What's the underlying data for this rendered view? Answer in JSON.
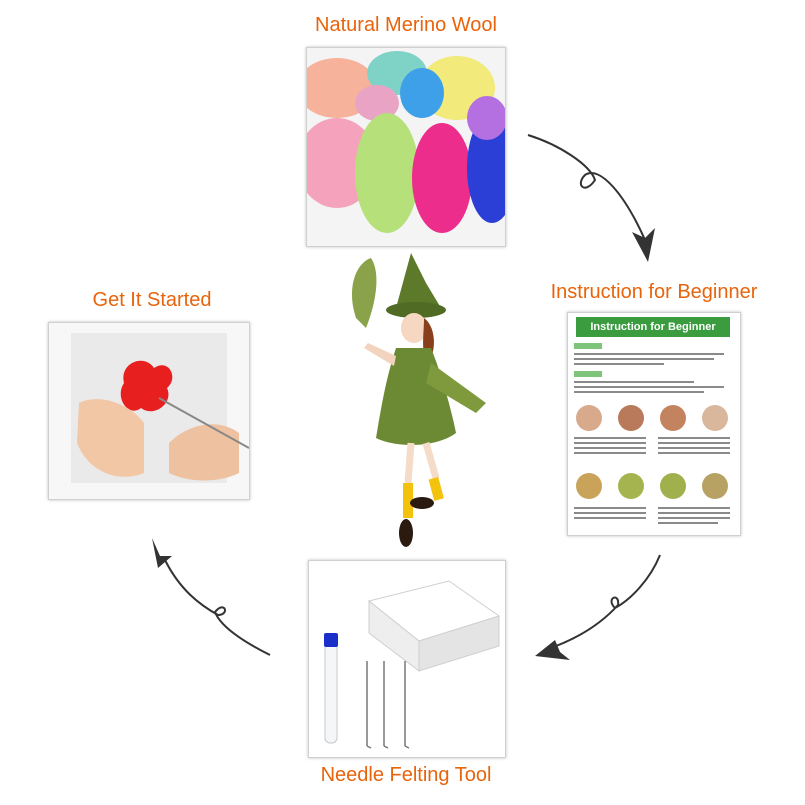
{
  "captions": {
    "wool": "Natural Merino Wool",
    "started": "Get It Started",
    "instruction": "Instruction for Beginner",
    "needle": "Needle Felting Tool"
  },
  "instruction_card": {
    "title": "Instruction for Beginner"
  },
  "colors": {
    "caption": "#e8640c",
    "card_header": "#3a9b3f",
    "arrow": "#333333"
  },
  "icons": [
    "curved-arrow-icon",
    "curved-arrow-icon",
    "curved-arrow-icon",
    "curved-arrow-icon"
  ]
}
